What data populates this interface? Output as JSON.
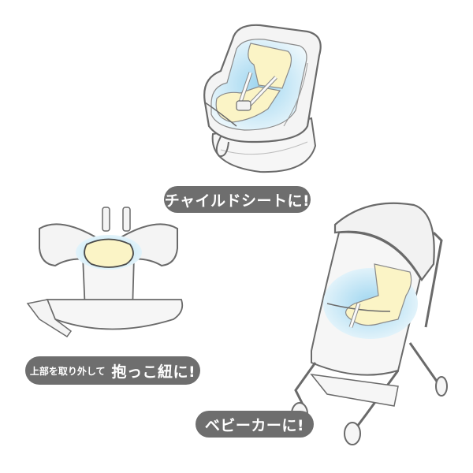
{
  "labels": {
    "car_seat": "チャイルドシートに!",
    "carrier_prefix": "上部を取り外して",
    "carrier_main": "抱っこ紐に!",
    "stroller": "ベビーカーに!"
  },
  "colors": {
    "pill_bg": "#6e6e6e",
    "pill_text": "#ffffff",
    "outline": "#6a6a6a",
    "product_pad": "#fbf4c6",
    "cool_glow": "#bfe4f5",
    "body_fill": "#f4f4f4"
  }
}
